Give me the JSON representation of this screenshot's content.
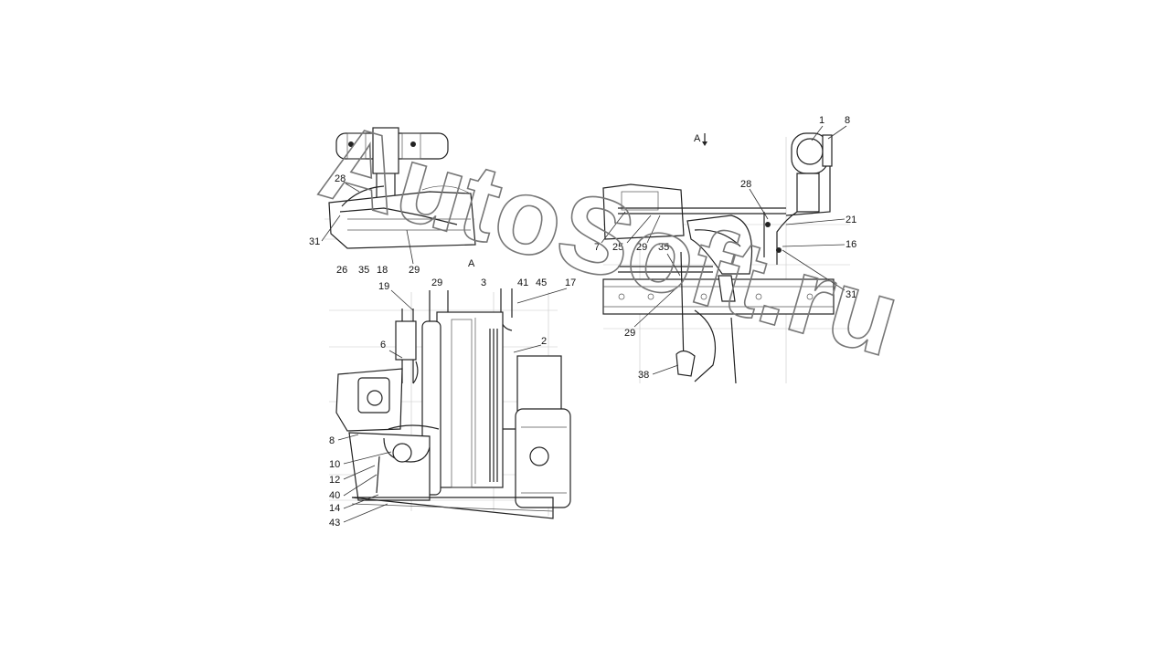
{
  "view_marker": "A",
  "watermark": "AutoSoft.ru",
  "callouts_left": [
    "28",
    "31",
    "26",
    "35",
    "18",
    "29",
    "29",
    "A",
    "3",
    "41",
    "45",
    "17",
    "19",
    "2",
    "6",
    "8",
    "10",
    "12",
    "40",
    "14",
    "43"
  ],
  "callouts_right": [
    "1",
    "8",
    "A",
    "28",
    "21",
    "7",
    "25",
    "29",
    "16",
    "35",
    "31",
    "29",
    "38"
  ]
}
